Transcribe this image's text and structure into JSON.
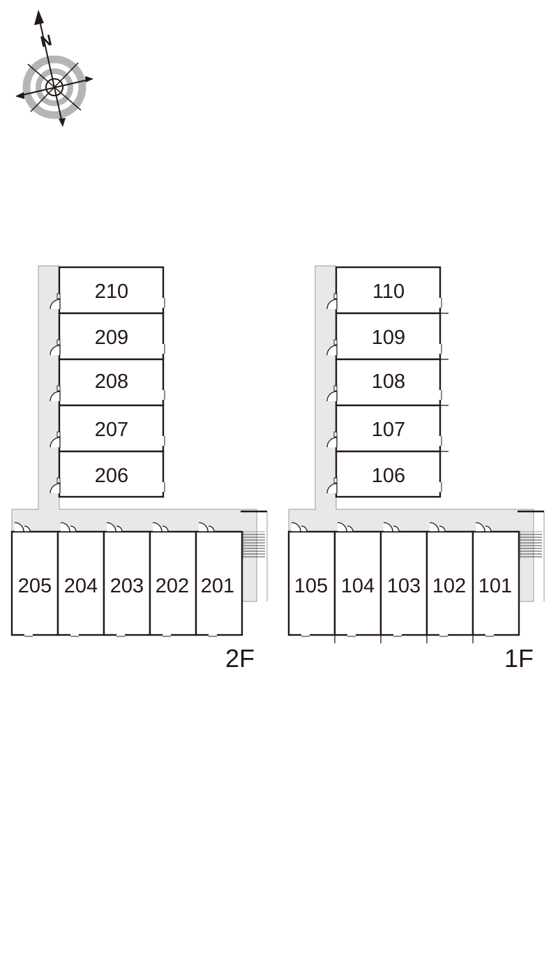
{
  "compass": {
    "label": "N",
    "icon": "compass-rose-icon"
  },
  "colors": {
    "line": "#231815",
    "corridor": "#e8e8e8",
    "corridor_edge": "#9a9a9a",
    "ring": "#b5b5b5",
    "background": "#ffffff"
  },
  "floors": [
    {
      "id": "2f",
      "label": "2F",
      "column_rooms": [
        "210",
        "209",
        "208",
        "207",
        "206"
      ],
      "row_rooms": [
        "205",
        "204",
        "203",
        "202",
        "201"
      ]
    },
    {
      "id": "1f",
      "label": "1F",
      "column_rooms": [
        "110",
        "109",
        "108",
        "107",
        "106"
      ],
      "row_rooms": [
        "105",
        "104",
        "103",
        "102",
        "101"
      ]
    }
  ]
}
